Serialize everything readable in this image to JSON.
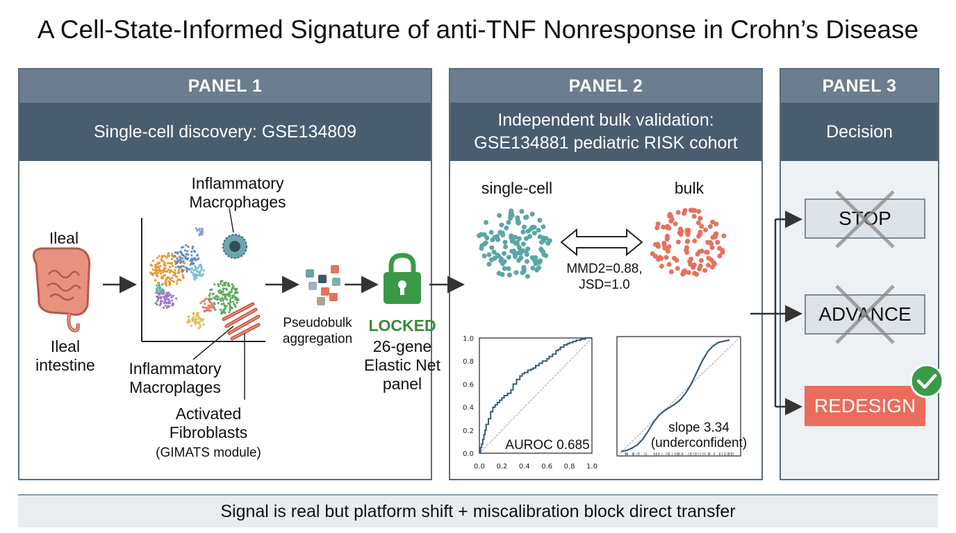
{
  "title": "A Cell-State-Informed Signature of anti-TNF Nonresponse in Crohn’s Disease",
  "panel1": {
    "header": "PANEL 1",
    "subtitle": "Single-cell discovery: GSE134809",
    "tissue_label": "Ileal",
    "tissue_caption_line1": "Ileal",
    "tissue_caption_line2": "intestine",
    "macro_top_line1": "Inflammatory",
    "macro_top_line2": "Macrophages",
    "macro_bottom_line1": "Inflammatory",
    "macro_bottom_line2": "Macroplages",
    "fib_line1": "Activated",
    "fib_line2": "Fibroblasts",
    "fib_line3": "(GIMATS module)",
    "pseudo_line1": "Pseudobulk",
    "pseudo_line2": "aggregation",
    "locked": "LOCKED",
    "panel_line1": "26-gene",
    "panel_line2": "Elastic Net",
    "panel_line3": "panel",
    "icons": [
      "intestine-icon",
      "umap-scatter",
      "macrophage-icon",
      "fibroblast-icon",
      "pseudobulk-icon",
      "lock-icon"
    ],
    "colors": {
      "lock": "#3a9a48",
      "locked_text": "#3a8a3a"
    }
  },
  "panel2": {
    "header": "PANEL 2",
    "subtitle_line1": "Independent bulk validation:",
    "subtitle_line2": "GSE134881 pediatric RISK cohort",
    "sc_label": "single-cell",
    "bulk_label": "bulk",
    "shift_line1": "MMD2=0.88,",
    "shift_line2": "JSD=1.0",
    "colors": {
      "singlecell": "#5aa6a6",
      "bulk": "#e4725f"
    }
  },
  "panel3": {
    "header": "PANEL 3",
    "subtitle": "Decision",
    "stop": "STOP",
    "advance": "ADVANCE",
    "redesign": "REDESIGN",
    "colors": {
      "check": "#3a9a48",
      "redesign": "#ea6c5c"
    }
  },
  "footer": "Signal is real but platform shift + miscalibration block direct transfer",
  "chart_data": [
    {
      "type": "line",
      "x": [
        0,
        0.01,
        0.02,
        0.03,
        0.04,
        0.05,
        0.06,
        0.08,
        0.1,
        0.12,
        0.14,
        0.16,
        0.18,
        0.2,
        0.22,
        0.25,
        0.28,
        0.3,
        0.33,
        0.36,
        0.38,
        0.4,
        0.43,
        0.46,
        0.48,
        0.5,
        0.53,
        0.56,
        0.6,
        0.62,
        0.65,
        0.68,
        0.7,
        0.72,
        0.75,
        0.78,
        0.8,
        0.83,
        0.86,
        0.9,
        0.94,
        1.0
      ],
      "y": [
        0,
        0.05,
        0.08,
        0.12,
        0.16,
        0.2,
        0.25,
        0.3,
        0.36,
        0.4,
        0.42,
        0.44,
        0.46,
        0.48,
        0.5,
        0.52,
        0.55,
        0.6,
        0.64,
        0.67,
        0.69,
        0.7,
        0.72,
        0.73,
        0.74,
        0.76,
        0.78,
        0.8,
        0.82,
        0.84,
        0.86,
        0.89,
        0.9,
        0.92,
        0.94,
        0.95,
        0.96,
        0.97,
        0.98,
        0.99,
        1.0,
        1.0
      ],
      "xlim": [
        0,
        1
      ],
      "ylim": [
        0,
        1
      ],
      "xticks": [
        "0.0",
        "0.2",
        "0.4",
        "0.6",
        "0.8",
        "1.0"
      ],
      "yticks": [
        "0.0",
        "0.2",
        "0.4",
        "0.6",
        "0.8",
        "1.0"
      ],
      "diagonal": true,
      "annotation": "AUROC 0.685"
    },
    {
      "type": "line",
      "x": [
        0,
        0.05,
        0.1,
        0.15,
        0.2,
        0.25,
        0.3,
        0.35,
        0.4,
        0.45,
        0.5,
        0.55,
        0.6,
        0.65,
        0.7,
        0.75,
        0.8,
        0.85,
        0.9,
        0.95,
        1.0
      ],
      "y": [
        0.02,
        0.03,
        0.05,
        0.08,
        0.13,
        0.2,
        0.28,
        0.34,
        0.38,
        0.41,
        0.44,
        0.48,
        0.54,
        0.62,
        0.72,
        0.82,
        0.9,
        0.95,
        0.98,
        0.99,
        1.0
      ],
      "xlim": [
        0,
        1
      ],
      "ylim": [
        0,
        1
      ],
      "diagonal": true,
      "annotation_line1": "slope 3.34",
      "annotation_line2": "(underconfident)"
    }
  ]
}
